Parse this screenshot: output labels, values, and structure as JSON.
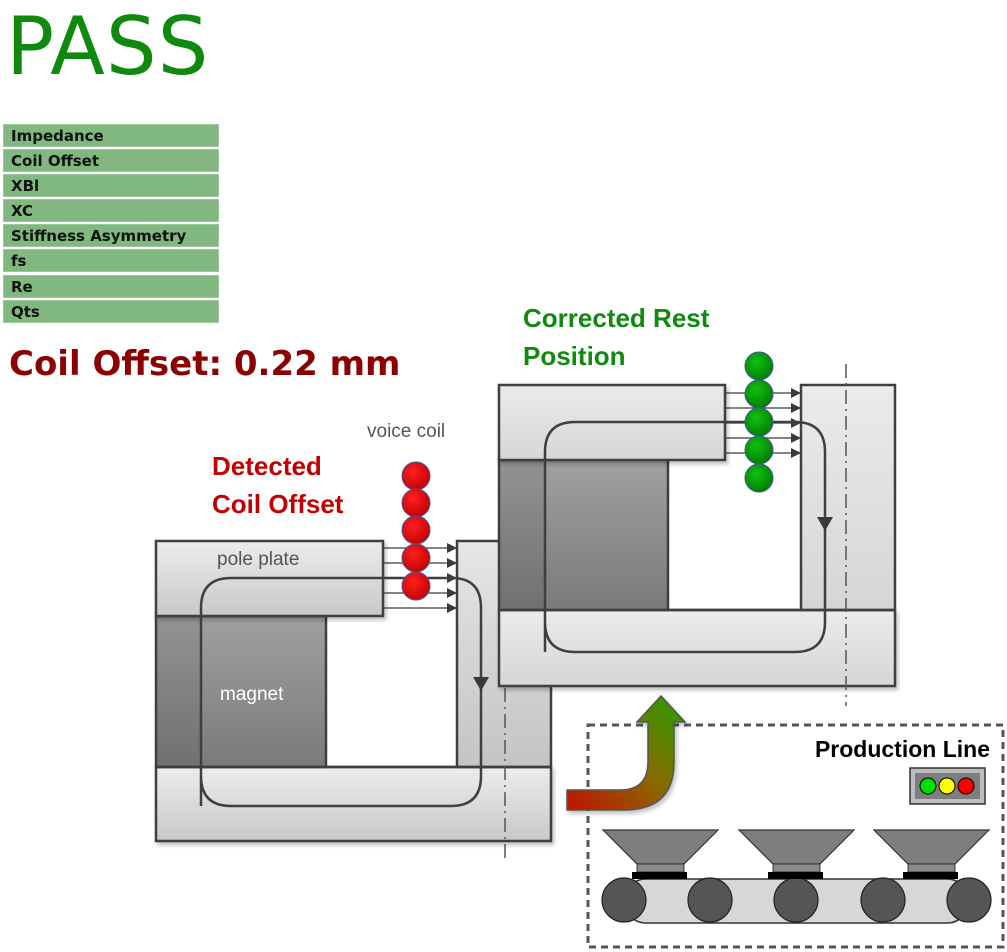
{
  "status": {
    "text": "PASS",
    "color": "#0f8a0f"
  },
  "parameters": [
    {
      "label": "Impedance"
    },
    {
      "label": "Coil Offset"
    },
    {
      "label": "XBl"
    },
    {
      "label": "XC"
    },
    {
      "label": "Stiffness Asymmetry"
    },
    {
      "label": "fs"
    },
    {
      "label": "Re"
    },
    {
      "label": "Qts"
    }
  ],
  "measurement": {
    "text": "Coil Offset: 0.22 mm",
    "color": "#8b0000"
  },
  "diagram": {
    "detected": {
      "title_line1": "Detected",
      "title_line2": "Coil Offset",
      "title_color": "#c00000",
      "voice_coil_label": "voice coil",
      "pole_plate_label": "pole plate",
      "magnet_label": "magnet",
      "coil_color": "#e00000",
      "coil_count": 5
    },
    "corrected": {
      "title_line1": "Corrected Rest",
      "title_line2": "Position",
      "title_color": "#0f8a0f",
      "coil_color": "#00a000",
      "coil_count": 5
    },
    "production_line": {
      "label": "Production Line",
      "traffic_light": [
        "#00e000",
        "#ffff00",
        "#ff0000"
      ],
      "speaker_count": 3,
      "roller_count": 5
    },
    "arrow": {
      "from_color": "#c00000",
      "to_color": "#22a000"
    }
  }
}
